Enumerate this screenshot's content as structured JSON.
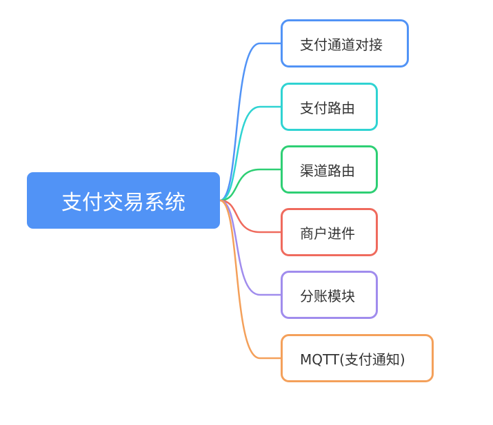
{
  "root": {
    "label": "支付交易系统",
    "color": "#5193f6"
  },
  "children": [
    {
      "label": "支付通道对接",
      "color": "#5193f6"
    },
    {
      "label": "支付路由",
      "color": "#2fd3d2"
    },
    {
      "label": "渠道路由",
      "color": "#2ecf74"
    },
    {
      "label": "商户进件",
      "color": "#ef6a5d"
    },
    {
      "label": "分账模块",
      "color": "#a08ced"
    },
    {
      "label": "MQTT(支付通知)",
      "color": "#f4a05a"
    }
  ]
}
